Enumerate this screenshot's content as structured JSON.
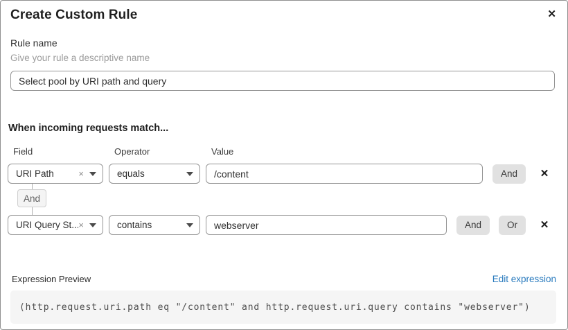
{
  "dialog": {
    "title": "Create Custom Rule",
    "close_icon": "✕"
  },
  "rule_name": {
    "label": "Rule name",
    "helper": "Give your rule a descriptive name",
    "value": "Select pool by URI path and query"
  },
  "match": {
    "heading": "When incoming requests match...",
    "columns": {
      "field": "Field",
      "operator": "Operator",
      "value": "Value"
    },
    "connector_label": "And",
    "clear_icon": "×",
    "delete_icon": "✕",
    "rows": [
      {
        "field": "URI Path",
        "operator": "equals",
        "value": "/content",
        "buttons": [
          "And"
        ]
      },
      {
        "field": "URI Query St...",
        "operator": "contains",
        "value": "webserver",
        "buttons": [
          "And",
          "Or"
        ]
      }
    ]
  },
  "expression": {
    "label": "Expression Preview",
    "edit_link": "Edit expression",
    "code": "(http.request.uri.path eq \"/content\" and http.request.uri.query contains \"webserver\")"
  },
  "colors": {
    "link_blue": "#2779bd",
    "button_gray": "#e1e1e1",
    "code_box_bg": "#f5f5f5",
    "input_border": "#949494"
  }
}
